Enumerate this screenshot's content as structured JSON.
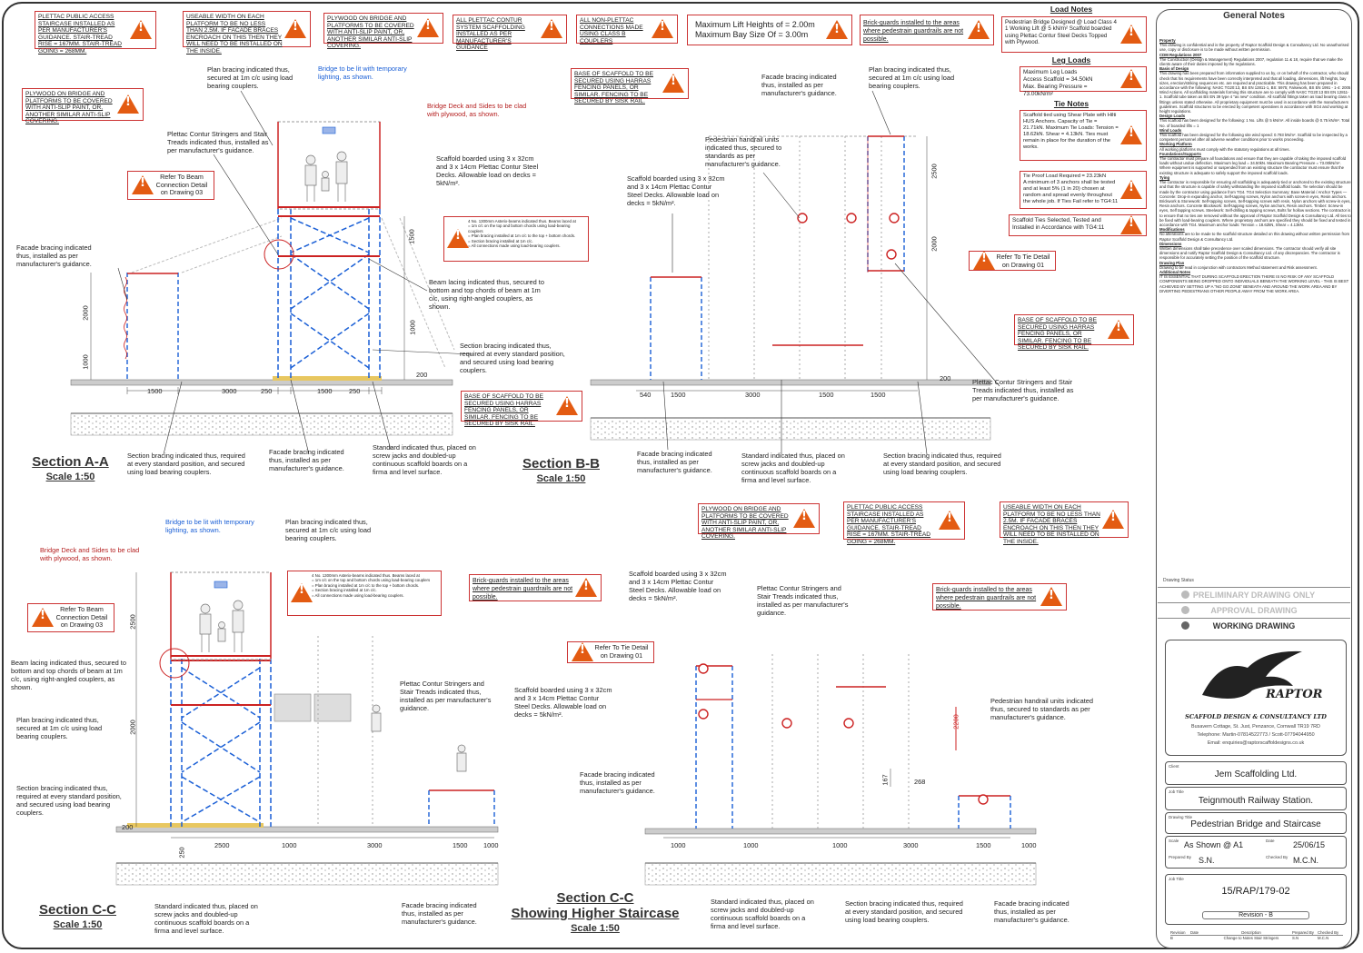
{
  "warnings_top": [
    {
      "text": "PLETTAC PUBLIC ACCESS STAIRCASE INSTALLED AS PER MANUFACTURER'S GUIDANCE. STAIR-TREAD RISE = 167MM. STAIR-TREAD GOING = 268MM."
    },
    {
      "text": "USEABLE WIDTH ON EACH PLATFORM TO BE NO LESS THAN 2.5M. IF FACADE BRACES ENCROACH ON THIS THEN THEY WILL NEED TO BE INSTALLED ON THE INSIDE."
    },
    {
      "text": "PLYWOOD ON BRIDGE AND PLATFORMS TO BE COVERED WITH ANTI-SLIP PAINT, OR, ANOTHER SIMILAR ANTI-SLIP COVERING."
    },
    {
      "text": "ALL PLETTAC CONTUR SYSTEM SCAFFOLDING INSTALLED AS PER MANUFACTURER'S GUIDANCE"
    },
    {
      "text": "ALL NON-PLETTAC CONNECTIONS MADE USING CLASS B COUPLERS"
    },
    {
      "text": "Maximum Lift Heights of = 2.00m\nMaximum Bay Size Of = 3.00m"
    },
    {
      "text": "Brick-guards installed to the areas where pedestrain guardrails are not possible."
    }
  ],
  "load_notes": {
    "title": "Load Notes",
    "bridge": "Pedestrian Bridge Designed @ Load Class 4 1 Working Lift @ 5 kN/m² Scaffold boarded using Plettac Contur Steel Decks Topped with Plywood.",
    "leg_title": "Leg Loads",
    "leg": "Maximum Leg Loads\nAccess Scaffold = 34.50kN\nMax. Bearing Pressure = 73.00kN/m²",
    "tie_title": "Tie Notes",
    "tie1": "Scaffold tied using Shear Plate with Hilti HUS Anchors. Capacity of Tie = 21.71kN. Maximum Tie Loads: Tension = 18.62kN. Shear = 4.13kN. Ties must remain in place for the duration of the works.",
    "tie2": "Tie Proof Load Required = 23.23kN\nA minimum of 3 anchors shall be tested and at least 5% (1 in 20) chosen at random and spread evenly throughout the whole job. If Ties Fail refer to TG4:11",
    "tie3": "Scaffold Ties Selected, Tested and Installed in Accordance with TG4:11"
  },
  "general_notes": {
    "title": "General Notes",
    "paragraphs": [
      {
        "h": "Property",
        "t": "This drawing is confidential and is the property of Raptor Scaffold Design & Consultancy Ltd. No unauthorised use, copy or disclosure is to be made without written permission."
      },
      {
        "h": "CDM Regulations 2007",
        "t": "The Construction (Design & Management) Regulations 2007, regulation 11 & 18, require that we make the clients aware of their duties imposed by the regulations."
      },
      {
        "h": "Basis of Design",
        "t": "This drawing has been prepared from information supplied to us by, or on behalf of the contractor, who should check that his requirements have been correctly interpreted and that all loading, dimensions, lift heights, bay sizes, erection/striking sequences etc. are required and practicable. This drawing has been prepared in accordance with the following: NASC TG20:13, BS EN 12811-1, BS: 5975; Falsework, BS EN 1991 - 1-4: 2005 Wind Actions. All scaffolding materials forming this structure are to comply with NASC TG20:13 BS EN 12811-1. Scaffold tube taken as BS EN 39 type 4 \"as new\" condition. All scaffold fittings taken as load bearing class A fittings unless stated otherwise. All proprietary equipment must be used in accordance with the manufacturers guidelines. Scaffold structures to be erected by competent operatives in accordance with SG4 and working at height regulations."
      },
      {
        "h": "Design Loads",
        "t": "This scaffold has been designed for the following: 1 No. Lifts @ 5 kN/m². All inside boards @ 0.75 kN/m². Total No. of boarded lifts = 1"
      },
      {
        "h": "Wind Loads",
        "t": "This scaffold has been designed for the following site wind speed: 0.793 kN/m². Scaffold to be inspected by a competent personnel after all adverse weather conditions prior to works proceeding."
      },
      {
        "h": "Working Platform",
        "t": "All working platforms must comply with the statutory regulations at all times."
      },
      {
        "h": "Foundations/Supports",
        "t": "The contractor must prepare all foundations and ensure that they are capable of taking the imposed scaffold loads without undue deflection. Maximum leg load = 34.50kN. Maximum Bearing Pressure = 73.00kN/m². Where equipment is supported or suspended from an existing structure the contractor must ensure that the existing structure is adequate to safely support the imposed scaffold loads."
      },
      {
        "h": "Tying",
        "t": "The contractor is responsible for ensuring all scaffolding is adequately tied or anchored to the existing structure and that the structure is capable of safely withstanding the imposed scaffold loads. Tie selection should be made by the contractor using guidance from TG4. TG4 Selection Summary: Base Material / Anchor Types — Concrete: Drop-in expanding anchor, Self-tapping screws, Nylon anchors with screw-in eyes, Resin anchors. Brickwork & Stonework: Self-tapping screws, Self-tapping screws with resin, Nylon anchors with screw-in eyes, Resin anchors. Concrete Blockwork: Self-tapping screws, Nylon anchors, Resin anchors. Timber: Screw-in eyes, Self tapping screws. Steelwork: Self-drilling & tapping screws, Bolts for hollow sections. The contractor is to ensure that no ties are removed without the approval of Raptor Scaffold Design & Consultancy Ltd. All ties to be fixed with load-bearing couplers. Where proprietary anchors are specified they should be fixed and tested in accordance with TG4. Maximum anchor loads: Tension = 18.62kN, Shear = 4.13kN."
      },
      {
        "h": "Modifications",
        "t": "No alterations are to be made to the scaffold structure detailed on this drawing without written permission from Raptor Scaffold Design & Consultancy Ltd."
      },
      {
        "h": "Dimensions",
        "t": "Written dimensions shall take precedence over scaled dimensions. The contractor should verify all site dimensions and notify Raptor Scaffold Design & Consultancy Ltd. of any discrepancies. The contractor is responsible for accurately setting the position of the scaffold structure."
      },
      {
        "h": "Drawing Plan",
        "t": "Drawing to be read in conjunction with contractors Method statement and Risk assessment."
      },
      {
        "h": "Additional Notes",
        "t": "IT IS ESSENTIAL THAT DURING SCAFFOLD ERECTION THERE IS NO RISK OF ANY SCAFFOLD COMPONENTS BEING DROPPED ONTO INDIVIDUALS BENEATH THE WORKING LEVEL - THIS IS BEST ACHIEVED BY SETTING UP A \"NO GO ZONE\" BENEATH AND AROUND THE WORK AREA AND BY DIVERTING PEDESTRIANS OTHER PEOPLE AWAY FROM THE WORK AREA."
      }
    ]
  },
  "drawing_status": {
    "label": "Drawing Status",
    "items": [
      "PRELIMINARY DRAWING ONLY",
      "APPROVAL DRAWING",
      "WORKING DRAWING"
    ]
  },
  "company": {
    "logo_text": "RAPTOR",
    "name": "SCAFFOLD DESIGN & CONSULTANCY LTD",
    "address": "Busavern Cottage, St. Just, Penzance, Cornwall TR19 7RD",
    "phone": "Telephone: Martin-07814522773 / Scott-07794044950",
    "email": "Email: enquiries@raptorscaffoldesigns.co.uk"
  },
  "title_block": {
    "client_label": "Client",
    "client": "Jem Scaffolding Ltd.",
    "job_title_label": "Job Title",
    "job_title": "Teignmouth Railway Station.",
    "drawing_title_label": "Drawing Title",
    "drawing_title": "Pedestrian Bridge and Staircase",
    "scale_label": "Scale",
    "scale": "As Shown @ A1",
    "date_label": "Date",
    "date": "25/06/15",
    "prepared_label": "Prepared By",
    "prepared": "S.N.",
    "checked_label": "Checked By",
    "checked": "M.C.N.",
    "job_no_label": "Job Title",
    "job_no": "15/RAP/179-02",
    "revision": "Revision - B",
    "rev_headers": [
      "Revision",
      "Date",
      "Description",
      "Prepared By",
      "Checked By"
    ],
    "rev_row": [
      "B",
      "",
      "Change to Notes Stair Stringers",
      "S.N",
      "M.C.N"
    ]
  },
  "sections": {
    "aa": {
      "title": "Section A-A",
      "scale": "Scale 1:50"
    },
    "bb": {
      "title": "Section B-B",
      "scale": "Scale 1:50"
    },
    "cc": {
      "title": "Section C-C",
      "scale": "Scale 1:50"
    },
    "cc2": {
      "title": "Section C-C",
      "subtitle": "Showing Higher Staircase",
      "scale": "Scale 1:50"
    }
  },
  "annotations": {
    "plan_bracing": "Plan bracing indicated thus, secured at 1m c/c using load bearing couplers.",
    "bridge_lit": "Bridge to be lit with temporary lighting, as shown.",
    "bridge_deck": "Bridge Deck and Sides to be clad with plywood, as shown.",
    "stringers": "Plettac Contur Stringers and Stair Treads indicated thus, installed as per manufacturer's guidance.",
    "beam_ref": "Refer To Beam Connection Detail on Drawing 03",
    "scaffold_boarded": "Scaffold boarded using 3 x 32cm and 3 x 14cm Plettac Contur Steel Decks. Allowable load on decks = 5kN/m².",
    "facade_bracing": "Facade bracing indicated thus, installed as per manufacturer's guidance.",
    "beam_lacing": "Beam lacing indicated thus, secured to bottom and top chords of beam at 1m c/c, using right-angled couplers, as shown.",
    "section_bracing_req": "Section bracing indicated thus, required at every standard position, and secured using load bearing couplers.",
    "standard": "Standard indicated thus, placed on screw jacks and doubled-up continuous scaffold boards on a firma and level surface.",
    "ped_handrail": "Pedestrian handrail units indicated thus, secured to standards as per manufacturer's guidance.",
    "tie_ref": "Refer To Tie Detail on Drawing 01",
    "harras": "BASE OF SCAFFOLD TO BE SECURED USING HARRAS FENCING PANELS, OR SIMILAR. FENCING TO BE SECURED BY SISK RAIL.",
    "asterix": "4 No. 1300mm Asterix-beams indicated thus. Beams laced at\n= 1m c/c on the top and bottom chords using load-bearing couplers\n= Plan bracing installed at 1m c/c to the top + bottom chords.\n= Section bracing installed at 1m c/c.\n= All connections made using load-bearing couplers."
  },
  "dims": {
    "aa": [
      "1500",
      "3000",
      "250",
      "1500",
      "250"
    ],
    "bb": [
      "540",
      "1500",
      "3000",
      "1500",
      "1500"
    ],
    "cc": [
      "250",
      "2500",
      "1000",
      "3000",
      "1500",
      "1000"
    ],
    "cc2": [
      "1000",
      "1000",
      "1000",
      "3000",
      "1500",
      "1000"
    ],
    "heights": [
      "2000",
      "1000",
      "2500",
      "1500",
      "200",
      "2200",
      "167",
      "268"
    ]
  }
}
